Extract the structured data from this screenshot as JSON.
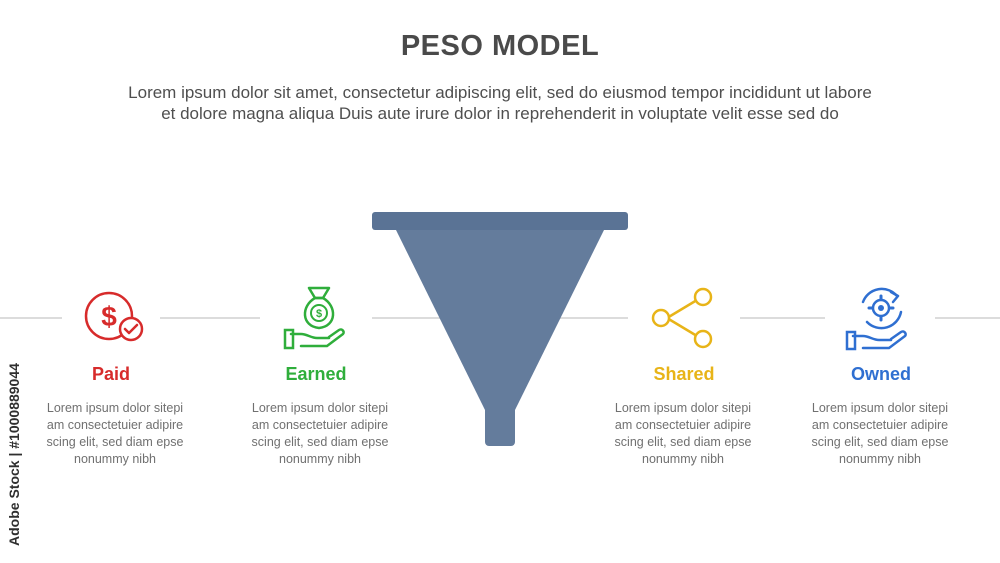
{
  "header": {
    "title": "PESO MODEL",
    "subtitle_line1": "Lorem ipsum dolor sit amet, consectetur adipiscing elit, sed do eiusmod tempor incididunt ut labore",
    "subtitle_line2": "et dolore magna aliqua Duis aute irure dolor in reprehenderit in voluptate velit esse sed do"
  },
  "items": [
    {
      "label": "Paid",
      "color": "#d72b2b",
      "icon": "dollar-check-icon",
      "desc": [
        "Lorem ipsum dolor sitepi",
        "am consectetuier adipire",
        "scing elit, sed diam epse",
        "nonummy nibh"
      ]
    },
    {
      "label": "Earned",
      "color": "#2fae3b",
      "icon": "money-bag-hand-icon",
      "desc": [
        "Lorem ipsum dolor sitepi",
        "am consectetuier adipire",
        "scing elit, sed diam epse",
        "nonummy nibh"
      ]
    },
    {
      "label": "Shared",
      "color": "#e8b418",
      "icon": "share-icon",
      "desc": [
        "Lorem ipsum dolor sitepi",
        "am consectetuier adipire",
        "scing elit, sed diam epse",
        "nonummy nibh"
      ]
    },
    {
      "label": "Owned",
      "color": "#2f6fd1",
      "icon": "gear-hand-icon",
      "desc": [
        "Lorem ipsum dolor sitepi",
        "am consectetuier adipire",
        "scing elit, sed diam epse",
        "nonummy nibh"
      ]
    }
  ],
  "funnel": {
    "color": "#647c9c",
    "rim_color": "#5a7395"
  },
  "watermark": "Adobe Stock | #1000889044"
}
